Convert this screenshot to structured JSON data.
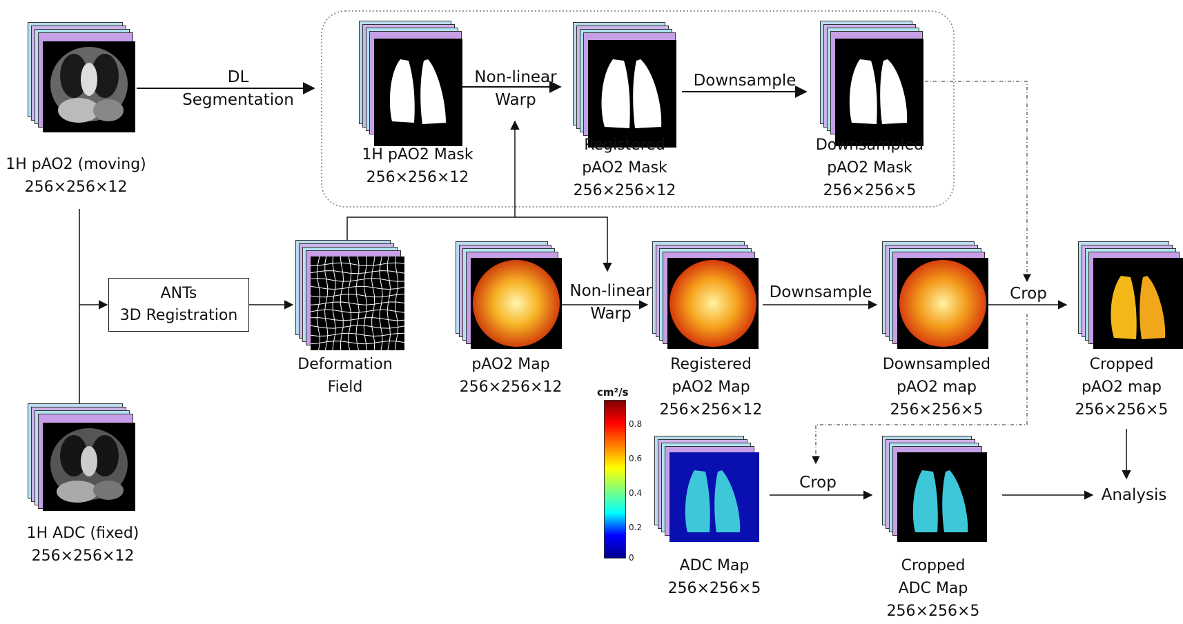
{
  "nodes": {
    "moving": {
      "line1": "1H pAO2 (moving)",
      "line2": "256×256×12"
    },
    "fixed": {
      "line1": "1H ADC (fixed)",
      "line2": "256×256×12"
    },
    "mask": {
      "line1": "1H pAO2 Mask",
      "line2": "256×256×12"
    },
    "reg_mask": {
      "line1": "Registered",
      "line2": "pAO2 Mask",
      "line3": "256×256×12"
    },
    "ds_mask": {
      "line1": "Downsampled",
      "line2": "pAO2 Mask",
      "line3": "256×256×5"
    },
    "deform": {
      "line1": "Deformation",
      "line2": "Field"
    },
    "pao2_map": {
      "line1": "pAO2 Map",
      "line2": "256×256×12"
    },
    "reg_map": {
      "line1": "Registered",
      "line2": "pAO2 Map",
      "line3": "256×256×12"
    },
    "ds_map": {
      "line1": "Downsampled",
      "line2": "pAO2 map",
      "line3": "256×256×5"
    },
    "crop_map": {
      "line1": "Cropped",
      "line2": "pAO2 map",
      "line3": "256×256×5"
    },
    "adc_map": {
      "line1": "ADC Map",
      "line2": "256×256×5"
    },
    "crop_adc": {
      "line1": "Cropped",
      "line2": "ADC Map",
      "line3": "256×256×5"
    },
    "analysis": "Analysis",
    "ants": {
      "line1": "ANTs",
      "line2": "3D Registration"
    }
  },
  "edges": {
    "dl": {
      "line1": "DL",
      "line2": "Segmentation"
    },
    "warp_top": {
      "line1": "Non-linear",
      "line2": "Warp"
    },
    "downsample_top": "Downsample",
    "warp_mid": {
      "line1": "Non-linear",
      "line2": "Warp"
    },
    "downsample_mid": "Downsample",
    "crop_mid": "Crop",
    "crop_bottom": "Crop"
  },
  "colorbar": {
    "unit": "cm²/s",
    "ticks": [
      "0.8",
      "0.6",
      "0.4",
      "0.2",
      "0"
    ],
    "colormap": [
      "#00008f",
      "#0000ff",
      "#00ffff",
      "#7fff7f",
      "#ffff00",
      "#ff7f00",
      "#ff0000",
      "#800000"
    ]
  },
  "colors": {
    "line": "#111111",
    "stack_tint_a": "#8fd6ee",
    "stack_tint_b": "#c79ae6",
    "pao2_a": "#ffe14a",
    "pao2_b": "#e2430e",
    "adc_bg": "#0a10b0",
    "adc_lung": "#3ec7d8"
  }
}
